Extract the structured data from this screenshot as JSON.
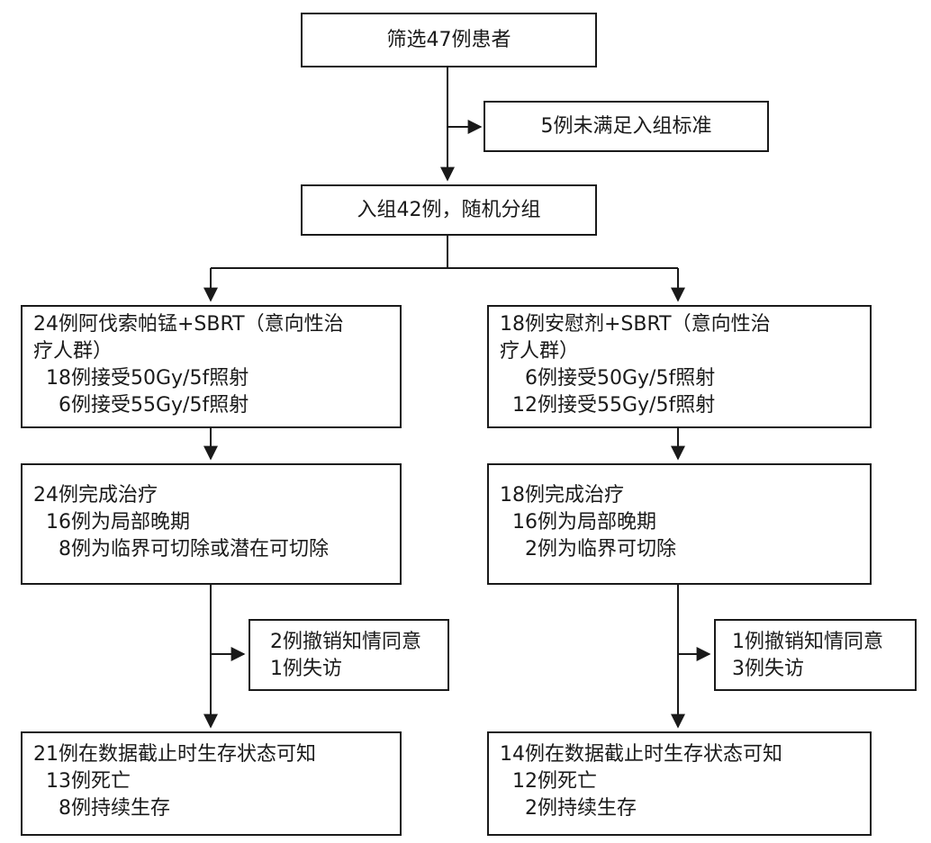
{
  "flow": {
    "screening": "筛选47例患者",
    "excluded": "5例未满足入组标准",
    "enrolled": "入组42例，随机分组",
    "left": {
      "arm": {
        "line1": "24例阿伐索帕锰+SBRT（意向性治",
        "line2": "疗人群）",
        "line3": "18例接受50Gy/5f照射",
        "line4": "6例接受55Gy/5f照射"
      },
      "completed": {
        "line1": "24例完成治疗",
        "line2": "16例为局部晚期",
        "line3": "8例为临界可切除或潜在可切除"
      },
      "dropout": {
        "line1": "2例撤销知情同意",
        "line2": "1例失访"
      },
      "outcome": {
        "line1": "21例在数据截止时生存状态可知",
        "line2": "13例死亡",
        "line3": "8例持续生存"
      }
    },
    "right": {
      "arm": {
        "line1": "18例安慰剂+SBRT（意向性治",
        "line2": "疗人群）",
        "line3": "6例接受50Gy/5f照射",
        "line4": "12例接受55Gy/5f照射"
      },
      "completed": {
        "line1": "18例完成治疗",
        "line2": "16例为局部晚期",
        "line3": "2例为临界可切除"
      },
      "dropout": {
        "line1": "1例撤销知情同意",
        "line2": "3例失访"
      },
      "outcome": {
        "line1": "14例在数据截止时生存状态可知",
        "line2": "12例死亡",
        "line3": "2例持续生存"
      }
    }
  }
}
